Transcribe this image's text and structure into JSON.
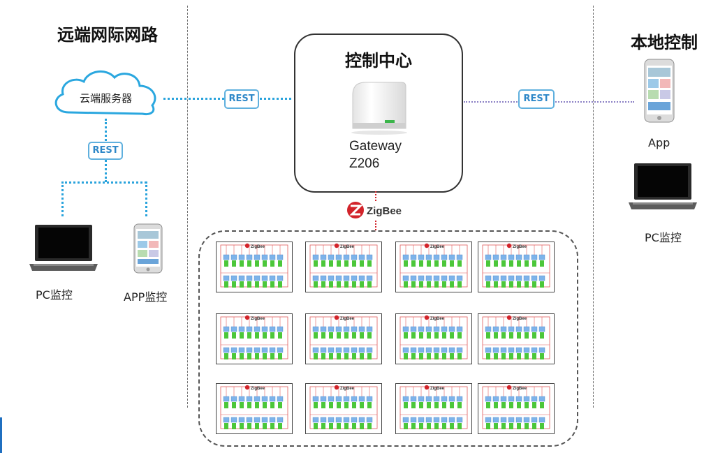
{
  "remote": {
    "title": "远端网际网路",
    "cloud_label": "云端服务器",
    "pc_label": "PC监控",
    "app_label": "APP监控"
  },
  "control_center": {
    "title": "控制中心",
    "device_line1": "Gateway",
    "device_line2": "Z206"
  },
  "local": {
    "title": "本地控制",
    "app_label": "App",
    "pc_label": "PC监控"
  },
  "protocols": {
    "rest_cloud_gateway": "REST",
    "rest_cloud_clients": "REST",
    "rest_gateway_local": "REST"
  },
  "zigbee": {
    "label": "ZigBee"
  },
  "panel_grid": {
    "rows": 3,
    "cols": 4,
    "panel_tag": "ZigBee"
  },
  "colors": {
    "rest_blue": "#29a3dc",
    "local_link_purple": "#8a7fc4",
    "zigbee_red": "#d2232a",
    "node_blue": "#7db3ea",
    "node_green": "#4cc73a"
  }
}
